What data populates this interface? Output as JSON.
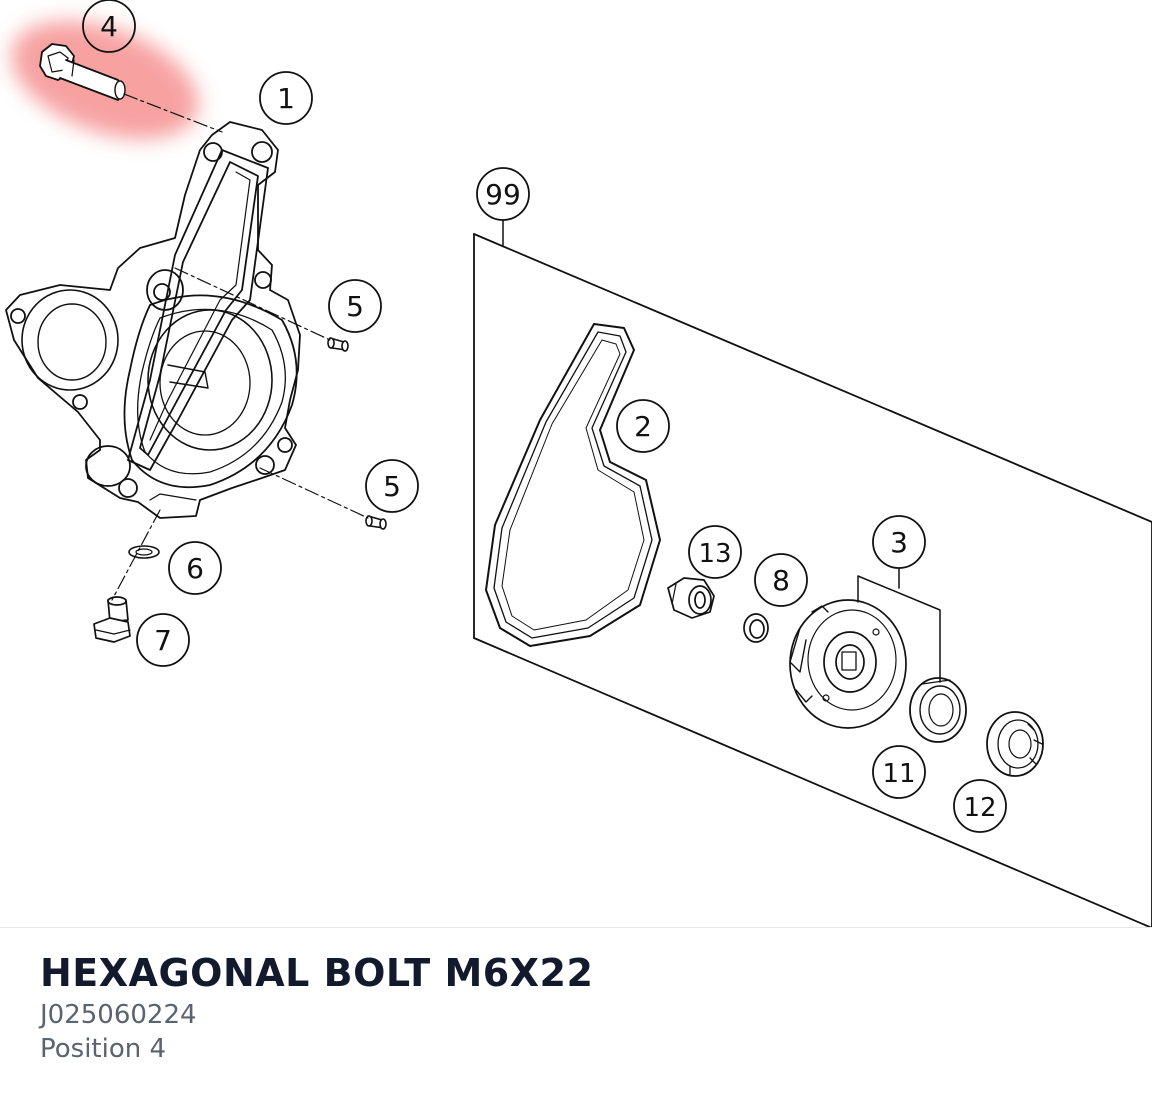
{
  "part": {
    "title": "HEXAGONAL BOLT M6X22",
    "number": "J025060224",
    "position_label": "Position 4"
  },
  "highlight_color": "#f47a7a",
  "callouts": [
    {
      "id": "4",
      "label": "4",
      "highlighted": true
    },
    {
      "id": "1",
      "label": "1"
    },
    {
      "id": "99",
      "label": "99"
    },
    {
      "id": "5a",
      "label": "5"
    },
    {
      "id": "5b",
      "label": "5"
    },
    {
      "id": "2",
      "label": "2"
    },
    {
      "id": "6",
      "label": "6"
    },
    {
      "id": "7",
      "label": "7"
    },
    {
      "id": "13",
      "label": "13"
    },
    {
      "id": "8",
      "label": "8"
    },
    {
      "id": "3",
      "label": "3"
    },
    {
      "id": "11",
      "label": "11"
    },
    {
      "id": "12",
      "label": "12"
    }
  ]
}
